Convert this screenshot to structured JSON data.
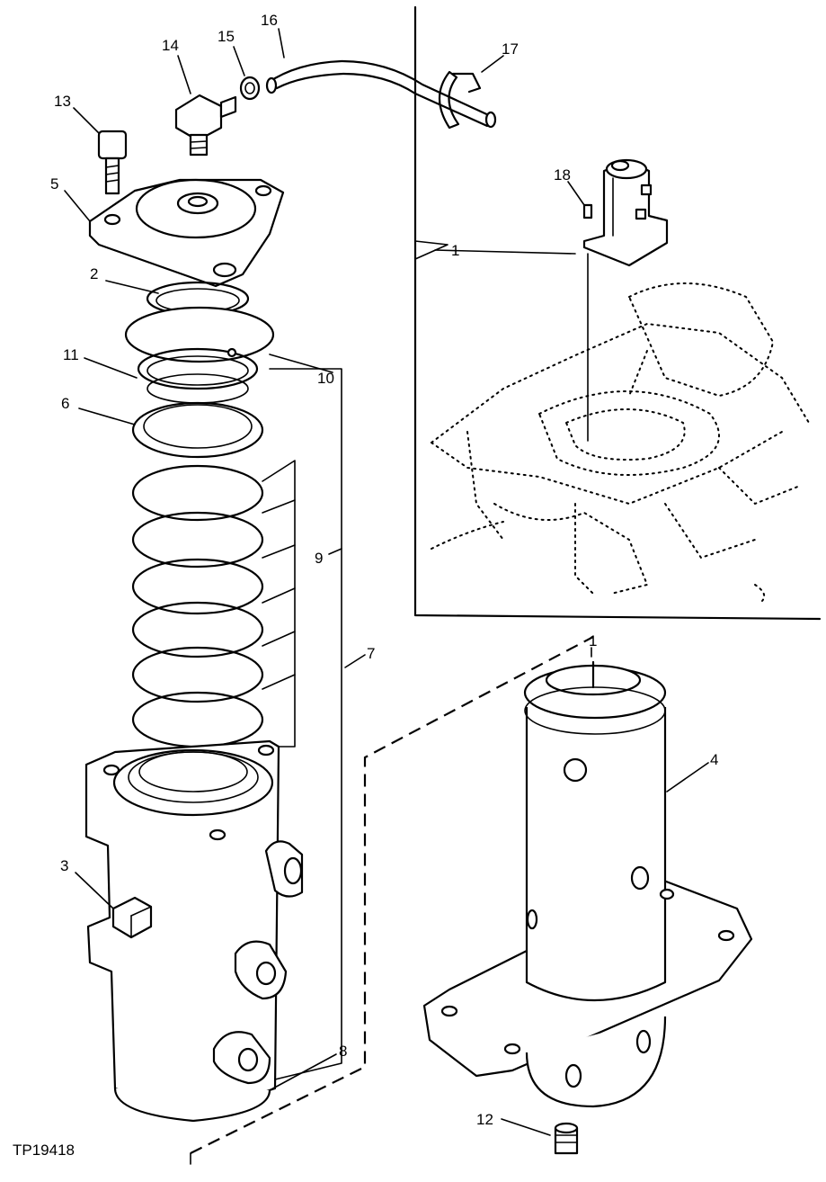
{
  "figure_id": "TP19418",
  "callouts": [
    {
      "id": "c1",
      "text": "1"
    },
    {
      "id": "c1b",
      "text": "1"
    },
    {
      "id": "c2",
      "text": "2"
    },
    {
      "id": "c3",
      "text": "3"
    },
    {
      "id": "c4",
      "text": "4"
    },
    {
      "id": "c5",
      "text": "5"
    },
    {
      "id": "c6",
      "text": "6"
    },
    {
      "id": "c7",
      "text": "7"
    },
    {
      "id": "c8",
      "text": "8"
    },
    {
      "id": "c9",
      "text": "9"
    },
    {
      "id": "c10",
      "text": "10"
    },
    {
      "id": "c11",
      "text": "11"
    },
    {
      "id": "c12",
      "text": "12"
    },
    {
      "id": "c13",
      "text": "13"
    },
    {
      "id": "c14",
      "text": "14"
    },
    {
      "id": "c15",
      "text": "15"
    },
    {
      "id": "c16",
      "text": "16"
    },
    {
      "id": "c17",
      "text": "17"
    },
    {
      "id": "c18",
      "text": "18"
    }
  ]
}
